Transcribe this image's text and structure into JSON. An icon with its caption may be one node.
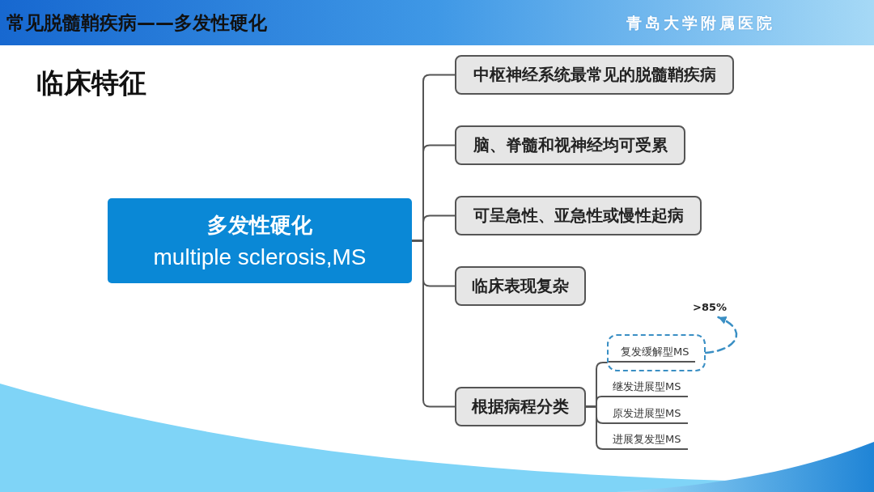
{
  "diagram": {
    "title": "常见脱髓鞘疾病——多发性硬化",
    "nodes": [
      {
        "text": [
          "多发性硬化",
          "multiple sclerosis,MS"
        ]
      },
      {
        "text": [
          "中枢神经系统最常见的脱髓鞘疾病"
        ]
      },
      {
        "text": [
          "脑、脊髓和视神经均可受累"
        ]
      },
      {
        "text": [
          "可呈急性、亚急性或慢性起病"
        ]
      },
      {
        "text": [
          "临床表现复杂"
        ]
      },
      {
        "text": [
          "根据病程分类"
        ]
      },
      {
        "text": [
          "复发缓解型MS"
        ]
      },
      {
        "text": [
          "继发进展型MS"
        ]
      },
      {
        "text": [
          "原发进展型MS"
        ]
      },
      {
        "text": [
          "进展复发型MS"
        ]
      },
      {
        "text": [
          ">85%"
        ]
      }
    ],
    "edges": [
      {
        "from": 0,
        "to": 1,
        "arrow": "none"
      },
      {
        "from": 0,
        "to": 2,
        "arrow": "none"
      },
      {
        "from": 0,
        "to": 3,
        "arrow": "none"
      },
      {
        "from": 0,
        "to": 4,
        "arrow": "none"
      },
      {
        "from": 0,
        "to": 5,
        "arrow": "none"
      },
      {
        "from": 5,
        "to": 6,
        "arrow": "none"
      },
      {
        "from": 5,
        "to": 7,
        "arrow": "none"
      },
      {
        "from": 5,
        "to": 8,
        "arrow": "none"
      },
      {
        "from": 5,
        "to": 9,
        "arrow": "none"
      },
      {
        "from": 6,
        "to": 10,
        "arrow": "to",
        "style": "dashed",
        "color": "#3a8fc4"
      }
    ],
    "labels": [
      "青岛大学附属医院",
      "临床特征"
    ]
  }
}
